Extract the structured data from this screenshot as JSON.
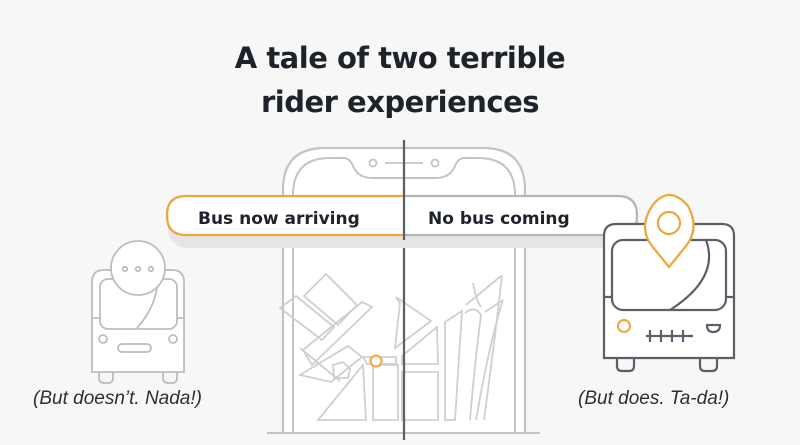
{
  "title": {
    "line1": "A tale of two terrible",
    "line2": "rider experiences"
  },
  "left": {
    "status_label": "Bus now arriving",
    "caption": "(But doesn’t. Nada!)",
    "icon": "bus-with-chat-bubble-icon"
  },
  "right": {
    "status_label": "No bus coming",
    "caption": "(But does. Ta-da!)",
    "icon": "bus-with-location-pin-icon"
  },
  "center": {
    "icon": "phone-map-icon"
  },
  "colors": {
    "background": "#f7f7f7",
    "accent": "#f0a53a",
    "stroke_dark": "#5b6068",
    "stroke_light": "#c4c4c4",
    "text": "#1d222b"
  }
}
